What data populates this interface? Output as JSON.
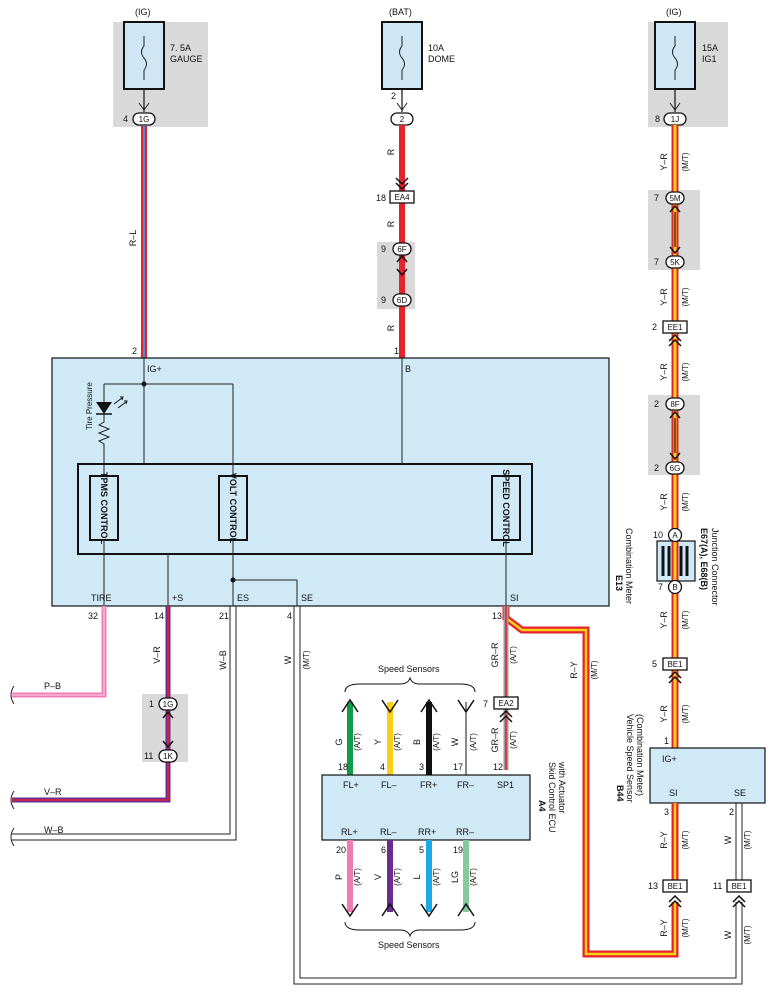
{
  "fuses": [
    {
      "source": "(IG)",
      "rating": "7. 5A",
      "name": "GAUGE",
      "pin": "4",
      "connector": "1G"
    },
    {
      "source": "(BAT)",
      "rating": "10A",
      "name": "DOME",
      "pin": "2",
      "connector": "2"
    },
    {
      "source": "(IG)",
      "rating": "15A",
      "name": "IG1",
      "pin": "8",
      "connector": "1J"
    }
  ],
  "wires": {
    "rl": "R–L",
    "r": "R",
    "yr": "Y–R",
    "mt": "(M/T)",
    "at": "(A/T)",
    "pb": "P–B",
    "vr": "V–R",
    "wb": "W–B",
    "w": "W",
    "ry": "R–Y",
    "grr": "GR–R",
    "g": "G",
    "y": "Y",
    "b": "B",
    "p": "P",
    "v": "V",
    "l": "L",
    "lg": "LG"
  },
  "connectors": {
    "ea4": {
      "pin": "18",
      "name": "EA4"
    },
    "c6f": {
      "pin": "9",
      "name": "6F"
    },
    "c6d": {
      "pin": "9",
      "name": "6D"
    },
    "c5m": {
      "pin": "7",
      "name": "5M"
    },
    "c5k": {
      "pin": "7",
      "name": "5K"
    },
    "ee1": {
      "pin": "2",
      "name": "EE1"
    },
    "c8f": {
      "pin": "2",
      "name": "8F"
    },
    "c6g": {
      "pin": "2",
      "name": "6G"
    },
    "be1a": {
      "pin": "5",
      "name": "BE1"
    },
    "ea2": {
      "pin": "7",
      "name": "EA2"
    },
    "c1g": {
      "pin": "1",
      "name": "1G"
    },
    "c1k": {
      "pin": "11",
      "name": "1K"
    },
    "be1b": {
      "pin": "13",
      "name": "BE1"
    },
    "be1c": {
      "pin": "11",
      "name": "BE1"
    }
  },
  "meter": {
    "id": "E13",
    "name": "Combination Meter",
    "tire_pressure": "Tire Pressure",
    "terminals": {
      "igp": "IG+",
      "b": "B",
      "tire": "TIRE",
      "plus_s": "+S",
      "es": "ES",
      "se": "SE",
      "si": "SI"
    },
    "pins": {
      "igp": "2",
      "b": "1",
      "tire": "32",
      "plus_s": "14",
      "es": "21",
      "se": "4",
      "si": "13"
    },
    "tpms": "TPMS CONTROL",
    "volt": "VOLT CONTROL",
    "speed": "SPEED CONTROL"
  },
  "junction": {
    "id": "E67(A), E68(B)",
    "name": "Junction Connector",
    "a": "A",
    "b": "B",
    "pin_a": "10",
    "pin_b": "7"
  },
  "vss": {
    "id": "B44",
    "name": "Vehicle Speed Sensor",
    "sub": "(Combination Meter)",
    "igp": "IG+",
    "si": "SI",
    "se": "SE",
    "pin_igp": "1",
    "pin_si": "3",
    "pin_se": "2"
  },
  "ecu": {
    "id": "A4",
    "name": "Skid Control ECU",
    "sub": "with Actuator",
    "top_terms": [
      "FL+",
      "FL–",
      "FR+",
      "FR–",
      "SP1"
    ],
    "top_pins": [
      "18",
      "4",
      "3",
      "17",
      "12"
    ],
    "bottom_terms": [
      "RL+",
      "RL–",
      "RR+",
      "RR–"
    ],
    "bottom_pins": [
      "20",
      "6",
      "5",
      "19"
    ]
  },
  "speed_sensors": "Speed Sensors",
  "colors": {
    "red": "#e4232d",
    "blue_stripe": "#4a8fd8",
    "yellow": "#f7d117",
    "green": "#0f9d4a",
    "pink": "#f07cb5",
    "purple": "#6a2d8f",
    "cyan": "#1ea8e6",
    "lightgreen": "#86c99a",
    "meter_fill": "#cfe9f7"
  }
}
